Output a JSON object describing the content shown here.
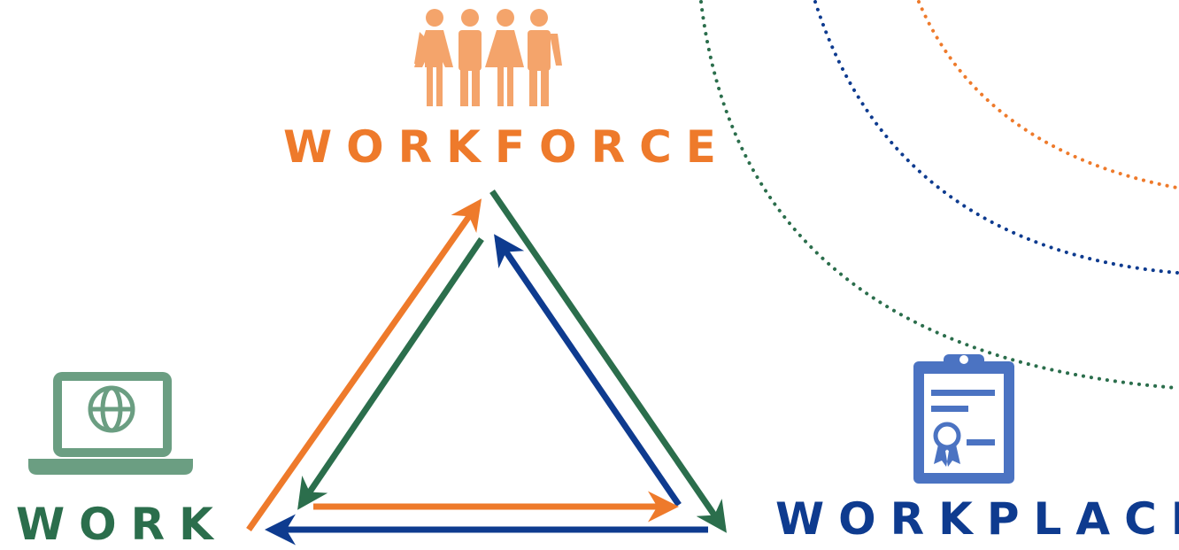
{
  "labels": {
    "workforce": "WORKFORCE",
    "work": "WORK",
    "workplace": "WORKPLACE"
  },
  "colors": {
    "orange": "#ee7a2b",
    "green": "#2b6e4c",
    "blue": "#0e3b8f",
    "light_orange": "#f4a46b",
    "light_green": "#6b9e82",
    "light_blue": "#4b73c2",
    "dot_orange": "#ee7a2b",
    "dot_blue": "#0e3b8f",
    "dot_green": "#2b6e4c"
  },
  "icons": {
    "workforce": "people-group-icon",
    "work": "laptop-globe-icon",
    "workplace": "clipboard-certificate-icon"
  }
}
